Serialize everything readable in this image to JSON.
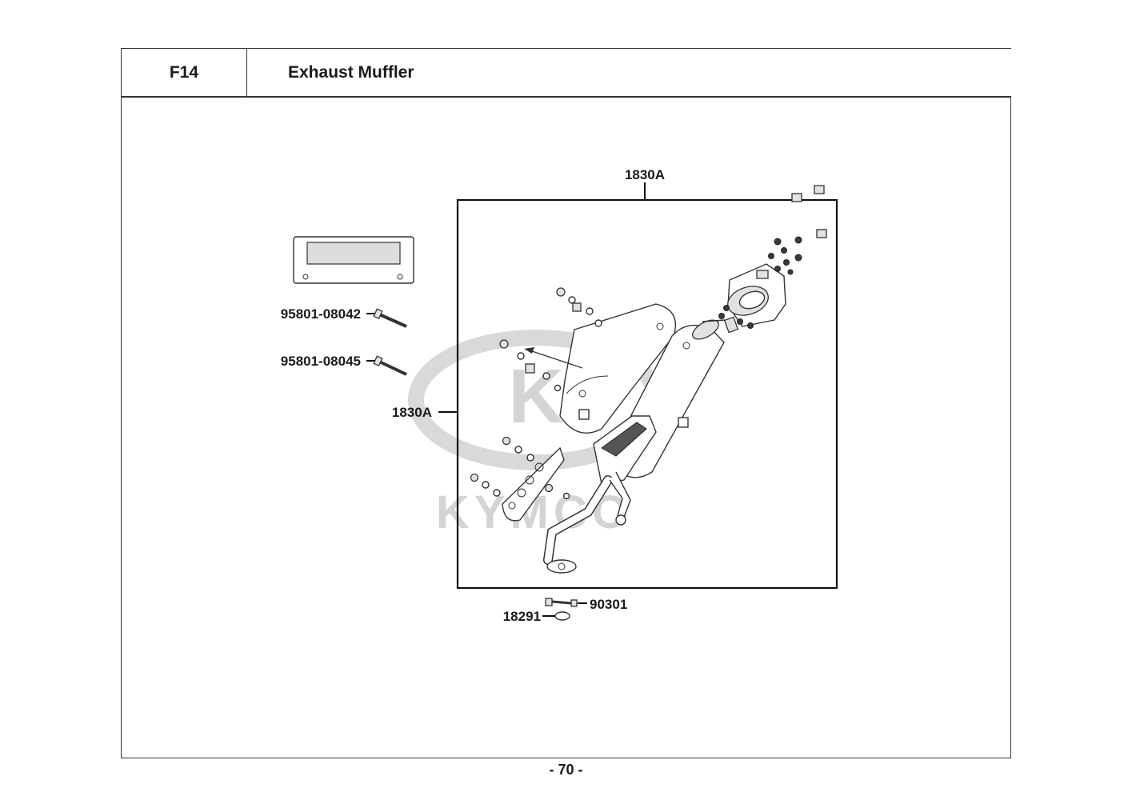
{
  "header": {
    "code": "F14",
    "title": "Exhaust Muffler"
  },
  "watermark": {
    "brand": "KYMCO",
    "logo_letter": "K"
  },
  "callouts": {
    "assembly_top": "1830A",
    "assembly_left": "1830A",
    "bolt_1": "95801-08042",
    "bolt_2": "95801-08045",
    "gasket_part": "18291",
    "nut_part": "90301"
  },
  "footer": {
    "page_number": "- 70 -"
  }
}
